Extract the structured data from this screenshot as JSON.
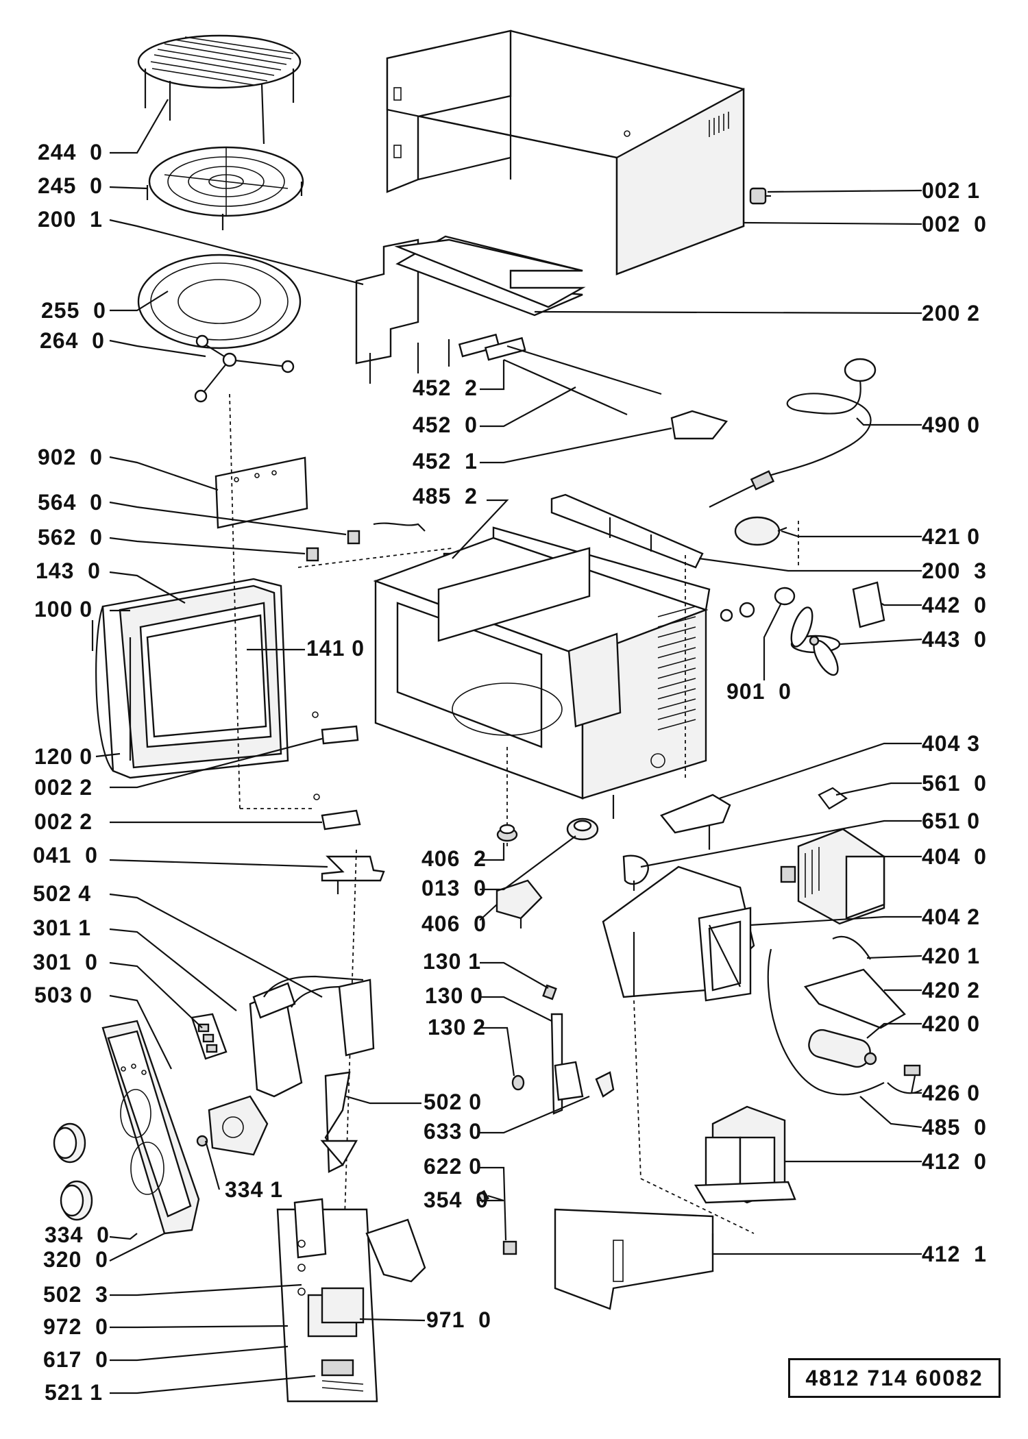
{
  "document_number": "4812 714 60082",
  "labels_left": [
    {
      "id": "244-0",
      "text": "244  0"
    },
    {
      "id": "245-0",
      "text": "245  0"
    },
    {
      "id": "200-1",
      "text": "200  1"
    },
    {
      "id": "255-0",
      "text": "255  0"
    },
    {
      "id": "264-0",
      "text": "264  0"
    },
    {
      "id": "902-0",
      "text": "902  0"
    },
    {
      "id": "564-0",
      "text": "564  0"
    },
    {
      "id": "562-0",
      "text": "562  0"
    },
    {
      "id": "143-0",
      "text": "143  0"
    },
    {
      "id": "100-0",
      "text": "100 0"
    },
    {
      "id": "120-0",
      "text": "120 0"
    },
    {
      "id": "002-2a",
      "text": "002 2"
    },
    {
      "id": "002-2b",
      "text": "002 2"
    },
    {
      "id": "041-0",
      "text": "041  0"
    },
    {
      "id": "502-4",
      "text": "502 4"
    },
    {
      "id": "301-1",
      "text": "301 1"
    },
    {
      "id": "301-0",
      "text": "301  0"
    },
    {
      "id": "503-0",
      "text": "503 0"
    },
    {
      "id": "334-0",
      "text": "334  0"
    },
    {
      "id": "320-0",
      "text": "320  0"
    },
    {
      "id": "502-3",
      "text": "502  3"
    },
    {
      "id": "972-0",
      "text": "972  0"
    },
    {
      "id": "617-0",
      "text": "617  0"
    },
    {
      "id": "521-1",
      "text": "521 1"
    }
  ],
  "labels_center": [
    {
      "id": "452-2",
      "text": "452  2"
    },
    {
      "id": "452-0",
      "text": "452  0"
    },
    {
      "id": "452-1",
      "text": "452  1"
    },
    {
      "id": "485-2",
      "text": "485  2"
    },
    {
      "id": "141-0",
      "text": "141 0"
    },
    {
      "id": "901-0",
      "text": "901  0"
    },
    {
      "id": "406-2",
      "text": "406  2"
    },
    {
      "id": "013-0",
      "text": "013  0"
    },
    {
      "id": "406-0",
      "text": "406  0"
    },
    {
      "id": "130-1",
      "text": "130 1"
    },
    {
      "id": "130-0",
      "text": "130 0"
    },
    {
      "id": "130-2",
      "text": "130 2"
    },
    {
      "id": "502-0",
      "text": "502 0"
    },
    {
      "id": "633-0",
      "text": "633 0"
    },
    {
      "id": "622-0",
      "text": "622 0"
    },
    {
      "id": "354-0",
      "text": "354  0"
    },
    {
      "id": "334-1",
      "text": "334 1"
    },
    {
      "id": "971-0",
      "text": "971  0"
    }
  ],
  "labels_right": [
    {
      "id": "002-1",
      "text": "002 1"
    },
    {
      "id": "002-0",
      "text": "002  0"
    },
    {
      "id": "200-2",
      "text": "200 2"
    },
    {
      "id": "490-0",
      "text": "490 0"
    },
    {
      "id": "421-0",
      "text": "421 0"
    },
    {
      "id": "200-3",
      "text": "200  3"
    },
    {
      "id": "442-0",
      "text": "442  0"
    },
    {
      "id": "443-0",
      "text": "443  0"
    },
    {
      "id": "404-3",
      "text": "404 3"
    },
    {
      "id": "561-0",
      "text": "561  0"
    },
    {
      "id": "651-0",
      "text": "651 0"
    },
    {
      "id": "404-0",
      "text": "404  0"
    },
    {
      "id": "404-2",
      "text": "404 2"
    },
    {
      "id": "420-1",
      "text": "420 1"
    },
    {
      "id": "420-2",
      "text": "420 2"
    },
    {
      "id": "420-0",
      "text": "420 0"
    },
    {
      "id": "426-0",
      "text": "426 0"
    },
    {
      "id": "485-0",
      "text": "485  0"
    },
    {
      "id": "412-0",
      "text": "412  0"
    },
    {
      "id": "412-1",
      "text": "412  1"
    }
  ]
}
